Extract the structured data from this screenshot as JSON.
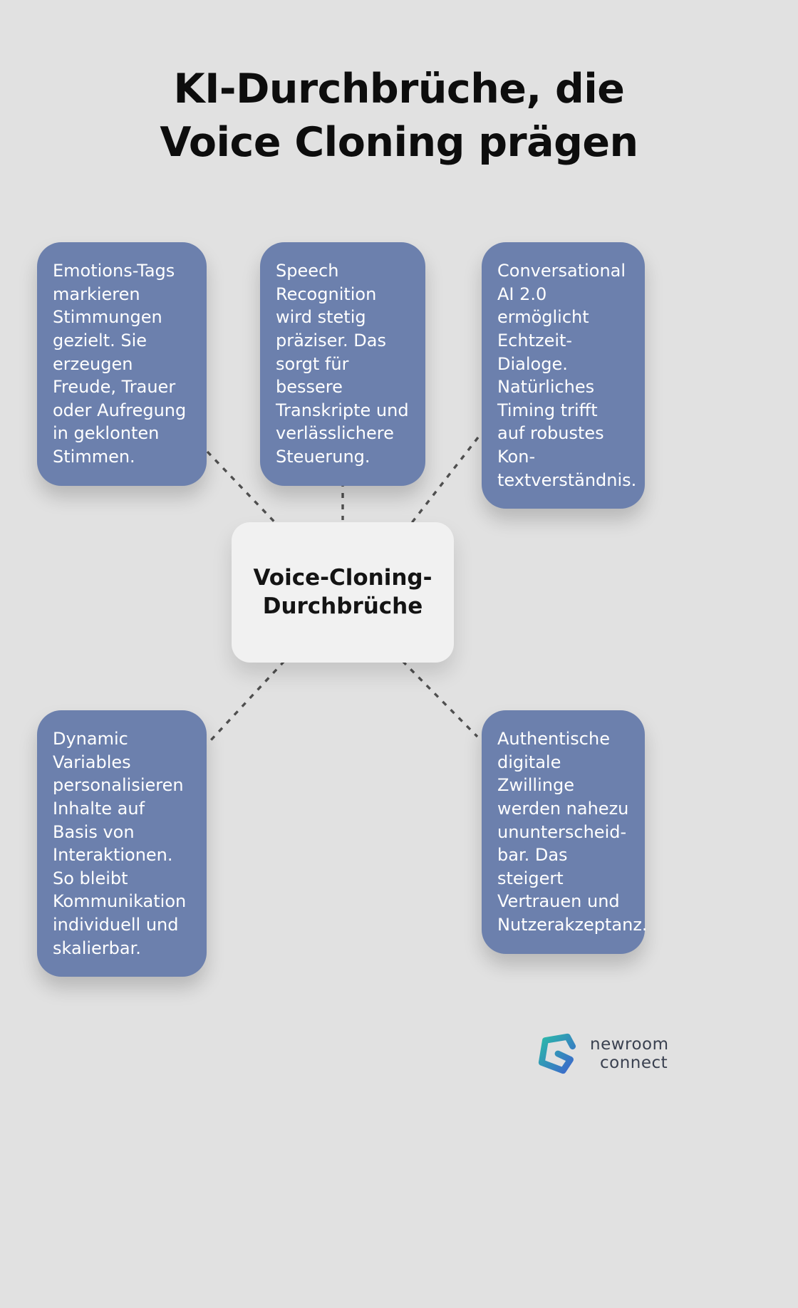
{
  "title": "KI-Durchbrüche, die Voice Cloning prägen",
  "center": {
    "label": "Voice-Cloning-Durchbrüche"
  },
  "nodes": [
    {
      "id": "emotions-tags",
      "text": "Emotions-Tags markieren Stimmungen gezielt. Sie erzeugen Freude, Trauer oder Aufregung in geklonten Stimmen."
    },
    {
      "id": "speech-recognition",
      "text": "Speech Recognition wird stetig präziser. Das sorgt für bessere Transkripte und verlässlichere Steuerung."
    },
    {
      "id": "conversational-ai",
      "text": "Conversational AI 2.0 ermöglicht Echtzeit-Dialoge. Natürliches Timing trifft auf robustes Kon-textverständnis."
    },
    {
      "id": "dynamic-variables",
      "text": "Dynamic Variables personalisieren Inhalte auf Basis von Interaktionen. So bleibt Kommunikation individuell und skalierbar."
    },
    {
      "id": "digital-twins",
      "text": "Authentische digitale Zwillinge werden nahezu ununterscheid-bar. Das steigert Vertrauen und Nutzerakzeptanz."
    }
  ],
  "logo": {
    "line1": "newroom",
    "line2": "connect"
  },
  "colors": {
    "background": "#e1e1e1",
    "node_fill": "#6c80ad",
    "node_text": "#ffffff",
    "center_fill": "#f1f1f1",
    "center_text": "#141414",
    "connector": "#4f4f4f",
    "logo_teal": "#2bb9a9",
    "logo_blue": "#3c66cc"
  }
}
